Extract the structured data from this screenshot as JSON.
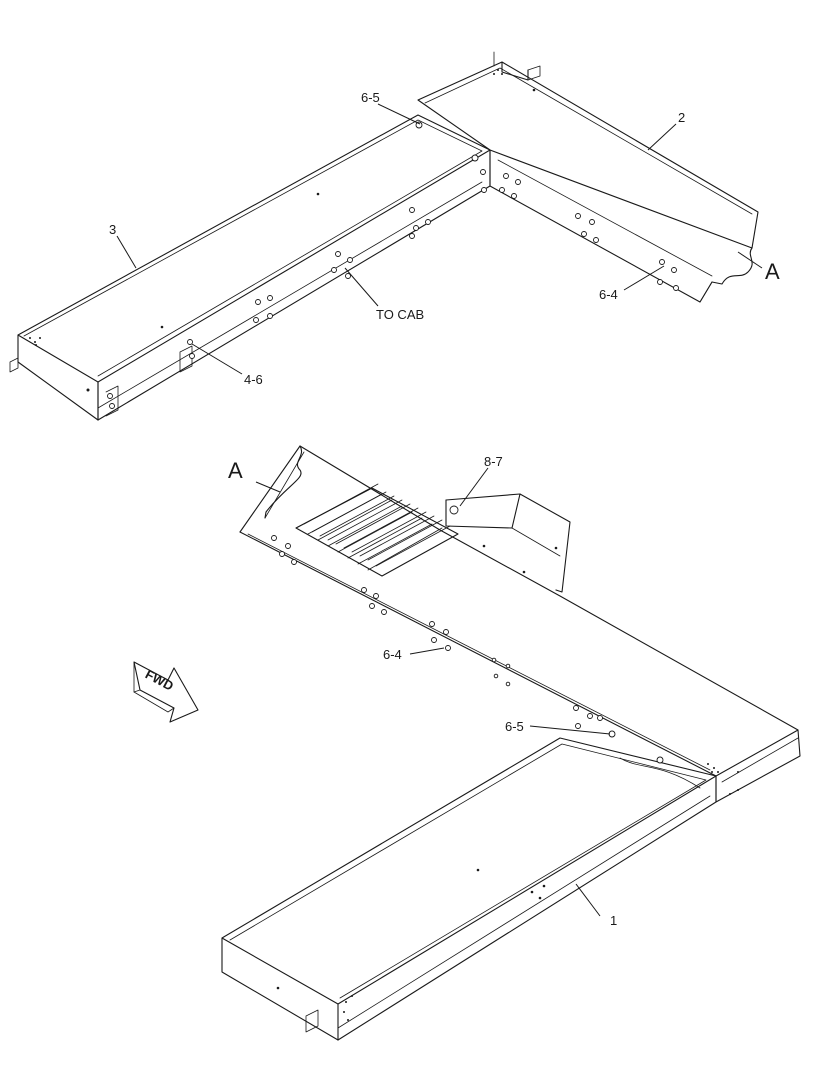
{
  "callouts": {
    "part_2": "2",
    "part_3": "3",
    "part_1": "1",
    "ref_6_5_top": "6-5",
    "ref_6_4_top": "6-4",
    "ref_4_6": "4-6",
    "ref_8_7": "8-7",
    "ref_6_4_bottom": "6-4",
    "ref_6_5_bottom": "6-5",
    "to_cab": "TO CAB",
    "section_a_top": "A",
    "section_a_bottom": "A",
    "fwd": "FWD"
  }
}
